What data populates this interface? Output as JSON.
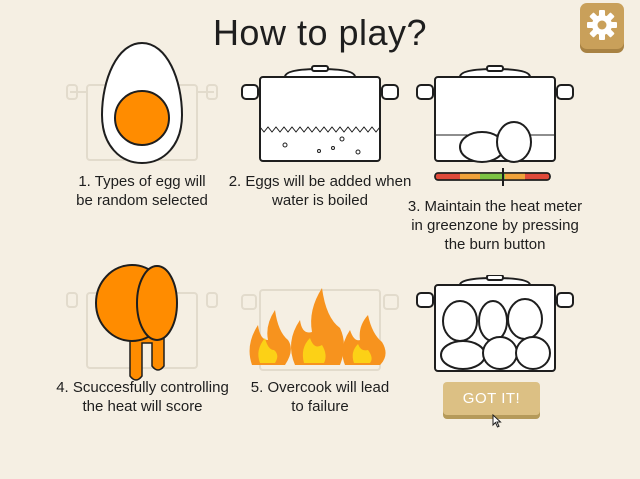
{
  "title": "How to play?",
  "settings_icon": "gear-icon",
  "steps": [
    {
      "caption": "1. Types of egg will be random selected"
    },
    {
      "caption": "2. Eggs will be added when water is boiled"
    },
    {
      "caption": "3. Maintain the heat meter in greenzone by pressing the burn button"
    },
    {
      "caption": "4. Scuccesfully controlling the heat will score"
    },
    {
      "caption": "5. Overcook will lead to failure"
    }
  ],
  "caption_lines": [
    [
      "1. Types of egg will",
      "be random selected"
    ],
    [
      "2. Eggs will be added when",
      "water is boiled"
    ],
    [
      "3. Maintain the heat meter",
      "in greenzone by pressing",
      "the burn button"
    ],
    [
      "4. Scuccesfully controlling",
      "the heat will score"
    ],
    [
      "5. Overcook will lead",
      "to failure"
    ]
  ],
  "got_it_label": "GOT IT!",
  "colors": {
    "background": "#f5efe3",
    "button": "#dcc084",
    "settings_button": "#c9a05a",
    "yolk": "#ff8c00",
    "heat_red": "#e04a3a",
    "heat_orange": "#f0a23a",
    "heat_green": "#7cc443"
  }
}
